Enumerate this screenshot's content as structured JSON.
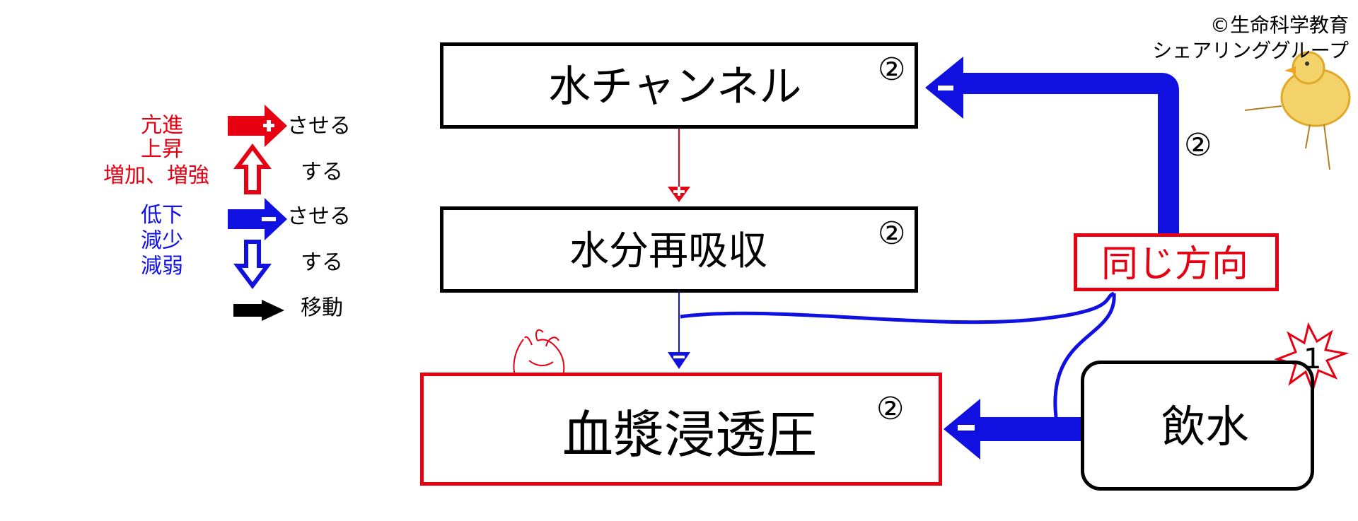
{
  "copyright": {
    "line1": "©生命科学教育",
    "line2": "シェアリンググループ"
  },
  "legend": {
    "up_terms": [
      "亢進",
      "上昇",
      "増加、増強"
    ],
    "down_terms": [
      "低下",
      "減少",
      "減弱"
    ],
    "make_do": "させる",
    "do": "する",
    "move": "移動",
    "plus": "+",
    "minus": "−"
  },
  "boxes": {
    "water_channel": {
      "label": "水チャンネル",
      "marker": "②"
    },
    "reabsorption": {
      "label": "水分再吸収",
      "marker": "②"
    },
    "plasma_osmotic": {
      "label": "血漿浸透圧",
      "marker": "②"
    },
    "same_direction": {
      "label": "同じ方向"
    },
    "drinking_water": {
      "label": "飲水",
      "marker": "1"
    }
  },
  "arrow_markers": {
    "feedback": "②"
  },
  "colors": {
    "red": "#e60012",
    "blue": "#1010e0",
    "black": "#000000"
  }
}
